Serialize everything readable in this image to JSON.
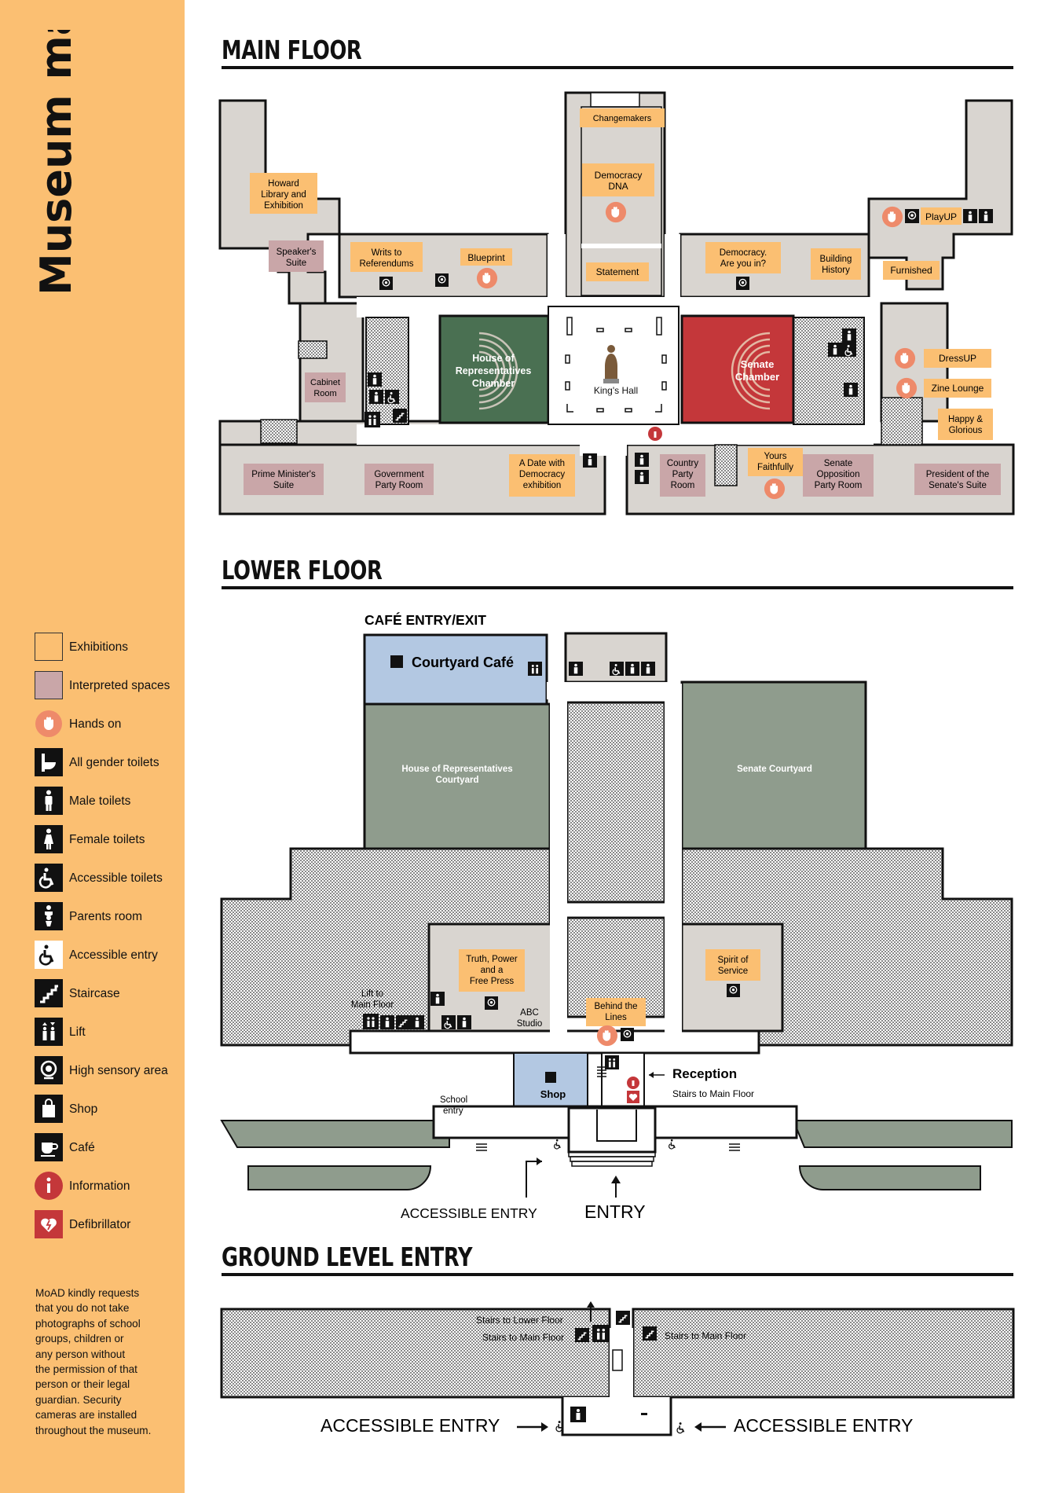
{
  "sidebar": {
    "title": "Museum map",
    "legend": [
      {
        "label": "Exhibitions",
        "icon": "exhibitions-swatch"
      },
      {
        "label": "Interpreted spaces",
        "icon": "interpreted-swatch"
      },
      {
        "label": "Hands on",
        "icon": "hands-on-icon"
      },
      {
        "label": "All gender toilets",
        "icon": "all-gender-toilet-icon"
      },
      {
        "label": "Male toilets",
        "icon": "male-toilet-icon"
      },
      {
        "label": "Female toilets",
        "icon": "female-toilet-icon"
      },
      {
        "label": "Accessible toilets",
        "icon": "accessible-toilet-icon"
      },
      {
        "label": "Parents room",
        "icon": "parents-room-icon"
      },
      {
        "label": "Accessible entry",
        "icon": "accessible-entry-icon"
      },
      {
        "label": "Staircase",
        "icon": "staircase-icon"
      },
      {
        "label": "Lift",
        "icon": "lift-icon"
      },
      {
        "label": "High sensory area",
        "icon": "high-sensory-icon"
      },
      {
        "label": "Shop",
        "icon": "shop-icon"
      },
      {
        "label": "Café",
        "icon": "cafe-icon"
      },
      {
        "label": "Information",
        "icon": "information-icon"
      },
      {
        "label": "Defibrillator",
        "icon": "defibrillator-icon"
      }
    ],
    "notice_lines": [
      "MoAD kindly requests",
      "that you do not take",
      "photographs of school",
      "groups, children or",
      "any person without",
      "the permission of that",
      "person or their legal",
      "guardian. Security",
      "cameras are installed",
      "throughout the museum."
    ]
  },
  "colors": {
    "sidebar": "#fbbf72",
    "exhibition": "#fbbf72",
    "interpreted": "#c9a6a8",
    "wall_fill": "#d9d5d0",
    "house_green": "#4a7052",
    "senate_red": "#c4373a",
    "courtyard": "#8f9c8d",
    "cafe_blue": "#b3c8e2",
    "hands_on": "#ee8a6a"
  },
  "main_floor": {
    "title": "MAIN FLOOR",
    "rooms": {
      "changemakers": "Changemakers",
      "democracy_dna": [
        "Democracy",
        "DNA"
      ],
      "howard_library": [
        "Howard",
        "Library and",
        "Exhibition"
      ],
      "playup": "PlayUP",
      "speakers_suite": [
        "Speaker's",
        "Suite"
      ],
      "writs": [
        "Writs to",
        "Referendums"
      ],
      "blueprint": "Blueprint",
      "statement": "Statement",
      "democracy_are_you_in": [
        "Democracy.",
        "Are you in?"
      ],
      "building_history": [
        "Building",
        "History"
      ],
      "furnished": "Furnished",
      "house_chamber": [
        "House of",
        "Representatives",
        "Chamber"
      ],
      "kings_hall": "King's Hall",
      "senate_chamber": [
        "Senate",
        "Chamber"
      ],
      "dressup": "DressUP",
      "zine_lounge": "Zine Lounge",
      "cabinet_room": [
        "Cabinet",
        "Room"
      ],
      "happy_glorious": [
        "Happy &",
        "Glorious"
      ],
      "pm_suite": [
        "Prime Minister's",
        "Suite"
      ],
      "gov_party_room": [
        "Government",
        "Party Room"
      ],
      "date_with_democracy": [
        "A Date with",
        "Democracy",
        "exhibition"
      ],
      "country_party_room": [
        "Country",
        "Party",
        "Room"
      ],
      "yours_faithfully": [
        "Yours",
        "Faithfully"
      ],
      "senate_opposition": [
        "Senate",
        "Opposition",
        "Party Room"
      ],
      "president_suite": [
        "President of the",
        "Senate's Suite"
      ]
    }
  },
  "lower_floor": {
    "title": "LOWER FLOOR",
    "cafe_entry": "CAFÉ ENTRY/EXIT",
    "courtyard_cafe": "Courtyard Café",
    "house_courtyard": [
      "House of Representatives",
      "Courtyard"
    ],
    "senate_courtyard": "Senate Courtyard",
    "truth_power": [
      "Truth, Power",
      "and a",
      "Free Press"
    ],
    "spirit_of_service": [
      "Spirit of",
      "Service"
    ],
    "lift_to_main": [
      "Lift to",
      "Main Floor"
    ],
    "abc_studio": [
      "ABC",
      "Studio"
    ],
    "behind_the_lines": [
      "Behind the",
      "Lines"
    ],
    "reception": "Reception",
    "stairs_to_main": "Stairs to Main Floor",
    "school_entry": [
      "School",
      "entry"
    ],
    "shop": "Shop",
    "accessible_entry": "ACCESSIBLE ENTRY",
    "entry": "ENTRY"
  },
  "ground_level": {
    "title": "GROUND LEVEL ENTRY",
    "stairs_to_lower": "Stairs to Lower Floor",
    "stairs_to_main_left": "Stairs to Main Floor",
    "stairs_to_main_right": "Stairs to Main Floor",
    "accessible_entry_left": "ACCESSIBLE ENTRY",
    "accessible_entry_right": "ACCESSIBLE ENTRY"
  }
}
